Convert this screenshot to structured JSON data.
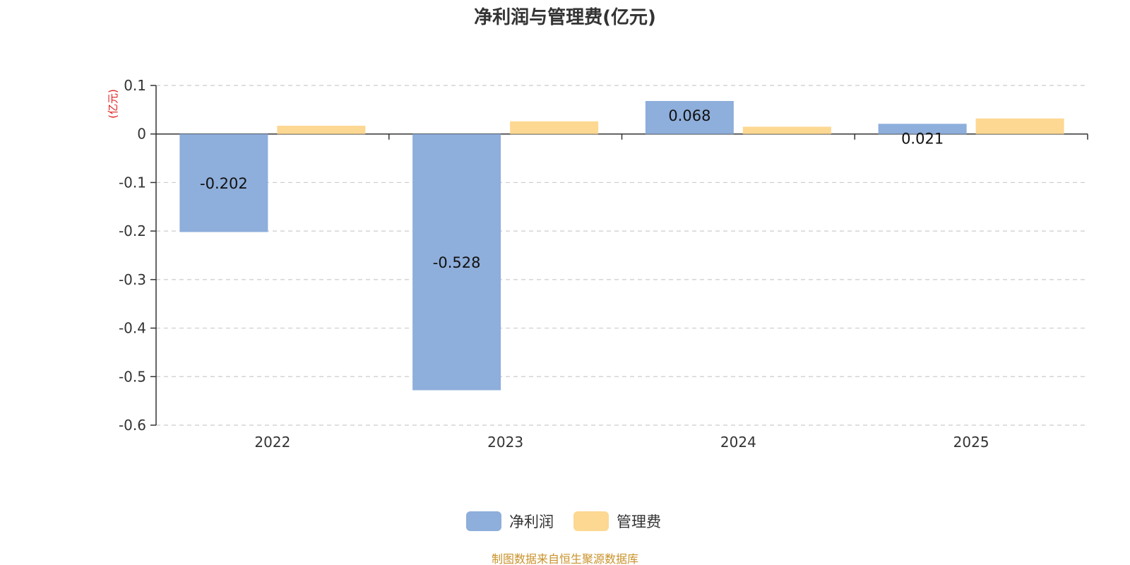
{
  "chart_data": {
    "type": "bar",
    "title": "净利润与管理费(亿元)",
    "unit_label": "(亿元)",
    "categories": [
      "2022",
      "2023",
      "2024",
      "2025"
    ],
    "series": [
      {
        "name": "净利润",
        "values": [
          -0.202,
          -0.528,
          0.068,
          0.021
        ],
        "labels": [
          "-0.202",
          "-0.528",
          "0.068",
          "0.021"
        ],
        "color": "#8eaedb"
      },
      {
        "name": "管理费",
        "values": [
          0.017,
          0.026,
          0.015,
          0.032
        ],
        "color": "#fdd892"
      }
    ],
    "ylim": [
      -0.6,
      0.1
    ],
    "yticks": [
      0.1,
      0,
      -0.1,
      -0.2,
      -0.3,
      -0.4,
      -0.5,
      -0.6
    ],
    "ytick_labels": [
      "0.1",
      "0",
      "-0.1",
      "-0.2",
      "-0.3",
      "-0.4",
      "-0.5",
      "-0.6"
    ],
    "grid": true,
    "legend_position": "bottom-center",
    "source": "制图数据来自恒生聚源数据库",
    "colors": {
      "unit": "#e02020",
      "source": "#c9922a",
      "axis": "#333333",
      "grid": "#cccccc"
    }
  }
}
